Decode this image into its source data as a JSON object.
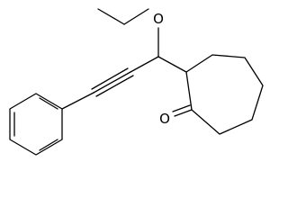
{
  "structure": {
    "atoms": {
      "ether_oxygen": "O",
      "ketone_oxygen": "O"
    },
    "groups": [
      "ethoxy",
      "propargylic-CH",
      "alkyne",
      "phenyl",
      "cycloheptanone"
    ],
    "colors": {
      "bond": "#000000",
      "background": "#ffffff"
    }
  }
}
